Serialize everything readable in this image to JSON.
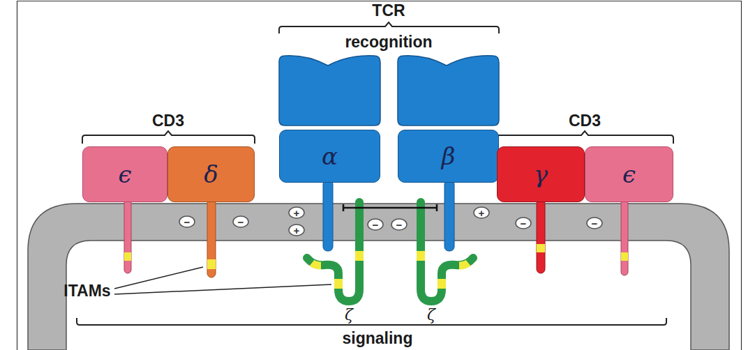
{
  "diagram": {
    "nodes": [
      {
        "text": [
          "ϵ"
        ]
      },
      {
        "text": [
          "δ"
        ]
      },
      {
        "text": [
          "α"
        ]
      },
      {
        "text": [
          "β"
        ]
      },
      {
        "text": [
          "γ"
        ]
      },
      {
        "text": [
          "ϵ"
        ]
      }
    ],
    "labels": [
      "TCR",
      "recognition",
      "CD3",
      "CD3",
      "−",
      "−",
      "+",
      "+",
      "−",
      "−",
      "+",
      "−",
      "−",
      "ITAMs",
      "ζ",
      "ζ",
      "signaling"
    ]
  }
}
